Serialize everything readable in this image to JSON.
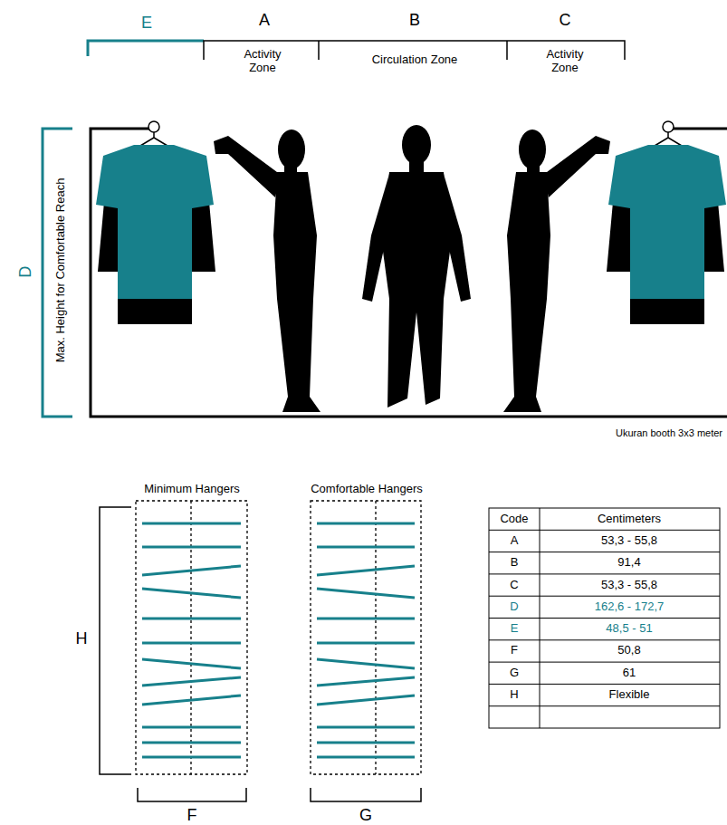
{
  "diagram": {
    "labels": [
      "E",
      "A",
      "B",
      "C",
      "Activity Zone",
      "Circulation Zone",
      "Activity Zone",
      "D",
      "Max. Height for Comfortable Reach",
      "Ukuran booth 3x3 meter",
      "Minimum Hangers",
      "Comfortable Hangers",
      "H",
      "F",
      "G",
      "Code",
      "Centimeters",
      "A",
      "53,3 - 55,8",
      "B",
      "91,4",
      "C",
      "53,3 - 55,8",
      "D",
      "162,6 - 172,7",
      "E",
      "48,5 - 51",
      "F",
      "50,8",
      "G",
      "61",
      "H",
      "Flexible"
    ]
  }
}
